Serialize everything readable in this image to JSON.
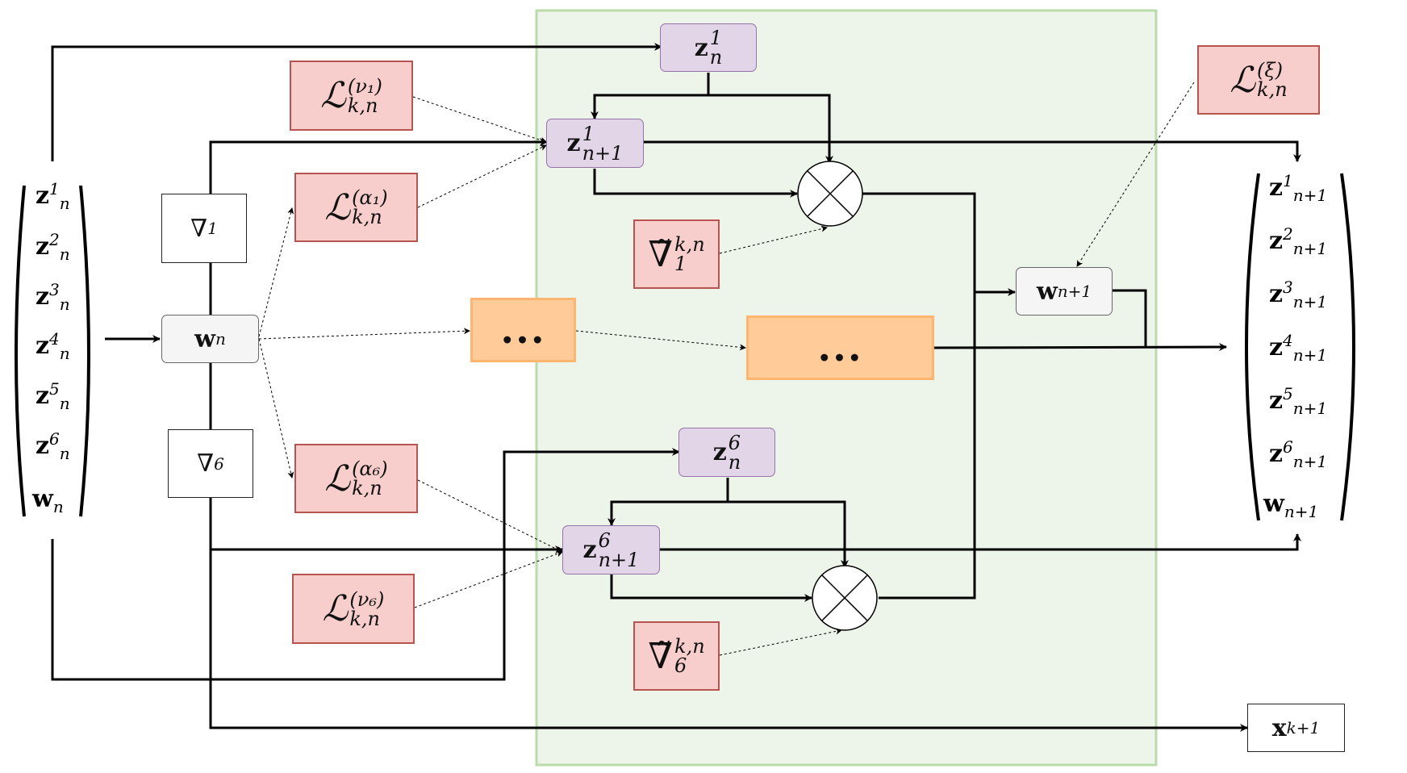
{
  "input_vector": {
    "items": [
      {
        "base": "z",
        "sup": "1",
        "sub": "n"
      },
      {
        "base": "z",
        "sup": "2",
        "sub": "n"
      },
      {
        "base": "z",
        "sup": "3",
        "sub": "n"
      },
      {
        "base": "z",
        "sup": "4",
        "sub": "n"
      },
      {
        "base": "z",
        "sup": "5",
        "sub": "n"
      },
      {
        "base": "z",
        "sup": "6",
        "sub": "n"
      },
      {
        "base": "w",
        "sup": "",
        "sub": "n"
      }
    ]
  },
  "output_vector": {
    "items": [
      {
        "base": "z",
        "sup": "1",
        "sub": "n+1"
      },
      {
        "base": "z",
        "sup": "2",
        "sub": "n+1"
      },
      {
        "base": "z",
        "sup": "3",
        "sub": "n+1"
      },
      {
        "base": "z",
        "sup": "4",
        "sub": "n+1"
      },
      {
        "base": "z",
        "sup": "5",
        "sub": "n+1"
      },
      {
        "base": "z",
        "sup": "6",
        "sub": "n+1"
      },
      {
        "base": "w",
        "sup": "",
        "sub": "n+1"
      }
    ]
  },
  "nodes": {
    "grad1": {
      "symbol": "∇",
      "sub": "1"
    },
    "grad6": {
      "symbol": "∇",
      "sub": "6"
    },
    "wn": {
      "base": "w",
      "sub": "n"
    },
    "wn1": {
      "base": "w",
      "sub": "n+1"
    },
    "zn1": {
      "base": "z",
      "sup": "1",
      "sub": "n"
    },
    "zn1p": {
      "base": "z",
      "sup": "1",
      "sub": "n+1"
    },
    "zn6": {
      "base": "z",
      "sup": "6",
      "sub": "n"
    },
    "zn6p": {
      "base": "z",
      "sup": "6",
      "sub": "n+1"
    },
    "xk1": {
      "base": "x",
      "sub": "k+1"
    },
    "L_nu1": {
      "symbol": "ℒ",
      "sup": "(ν₁)",
      "sub": "k,n"
    },
    "L_alpha1": {
      "symbol": "ℒ",
      "sup": "(α₁)",
      "sub": "k,n"
    },
    "L_alpha6": {
      "symbol": "ℒ",
      "sup": "(α₆)",
      "sub": "k,n"
    },
    "L_nu6": {
      "symbol": "ℒ",
      "sup": "(ν₆)",
      "sub": "k,n"
    },
    "L_xi": {
      "symbol": "ℒ",
      "sup": "(ξ)",
      "sub": "k,n"
    },
    "tgrad1": {
      "symbol": "∇̃",
      "sup": "k,n",
      "sub": "1"
    },
    "tgrad6": {
      "symbol": "∇̃",
      "sup": "k,n",
      "sub": "6"
    },
    "dots_small": {
      "text": "..."
    },
    "dots_large": {
      "text": "..."
    }
  },
  "colors": {
    "panel_fill": "#edf4ea",
    "panel_border": "#b9dcaa",
    "purple_fill": "#e1d5e7",
    "red_fill": "#f8cecc",
    "orange_fill": "#ffcc99",
    "grey_fill": "#f5f5f5"
  }
}
